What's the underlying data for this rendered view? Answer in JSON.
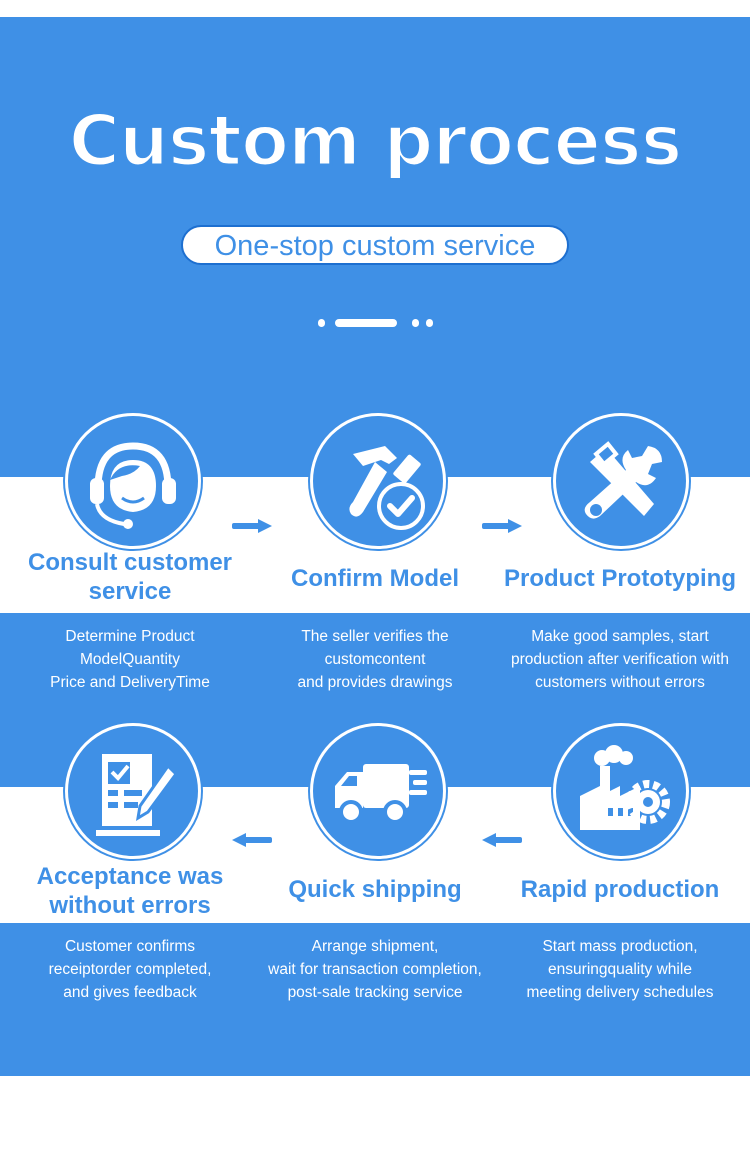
{
  "header": {
    "title": "Custom process",
    "subtitle": "One-stop custom service"
  },
  "colors": {
    "primary": "#3f90e6",
    "white": "#ffffff"
  },
  "steps": [
    {
      "title": "Consult customer service",
      "icon": "customer-service-headset-icon",
      "desc": [
        "Determine Product",
        "ModelQuantity",
        "Price and DeliveryTime"
      ]
    },
    {
      "title": "Confirm Model",
      "icon": "hammer-check-icon",
      "desc": [
        "The seller verifies the",
        "customcontent",
        "and provides drawings"
      ]
    },
    {
      "title": "Product Prototyping",
      "icon": "wrench-tools-icon",
      "desc": [
        "Make good samples, start",
        "production after verification with",
        "customers without errors"
      ]
    },
    {
      "title": "Rapid production",
      "icon": "factory-gear-icon",
      "desc": [
        "Start mass production,",
        "ensuringquality while",
        "meeting delivery schedules"
      ]
    },
    {
      "title": "Quick shipping",
      "icon": "delivery-truck-icon",
      "desc": [
        "Arrange shipment,",
        "wait for transaction completion,",
        "post-sale tracking service"
      ]
    },
    {
      "title": "Acceptance was without errors",
      "icon": "document-checklist-icon",
      "desc": [
        "Customer confirms",
        "receiptorder completed,",
        "and gives feedback"
      ]
    }
  ]
}
